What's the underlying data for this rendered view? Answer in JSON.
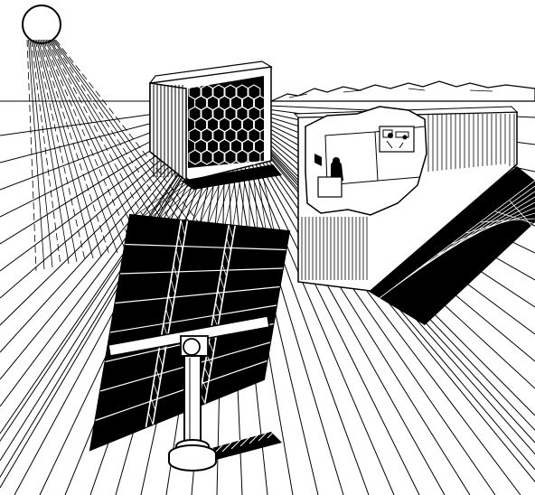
{
  "illustration": {
    "style": "black-and-white line engraving",
    "ink_color": "#000000",
    "paper_color": "#ffffff",
    "objects": [
      "sun",
      "sun-rays",
      "heliostat-mirror",
      "mirror-pedestal",
      "collector-box",
      "hexagonal-receiver",
      "control-building",
      "operator-room",
      "mountain-range",
      "ground-perspective-lines",
      "building-shadow",
      "mirror-shadow"
    ]
  }
}
